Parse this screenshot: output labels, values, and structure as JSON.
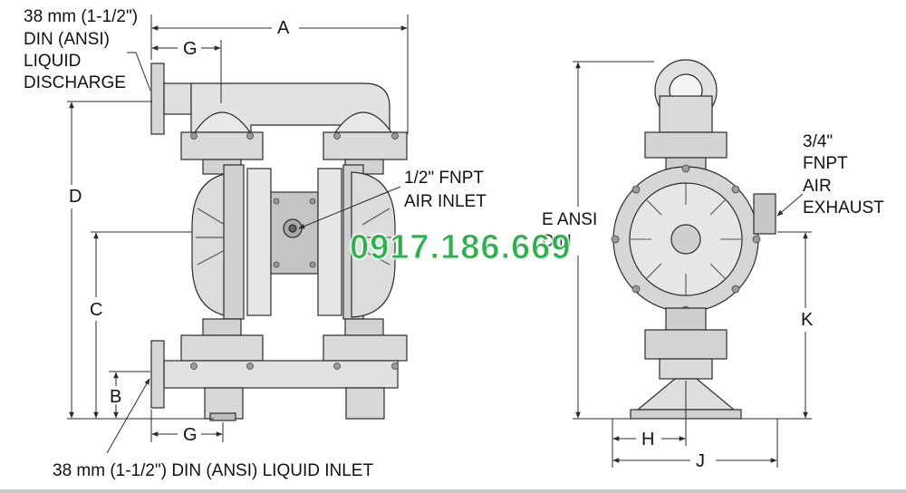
{
  "labels": {
    "discharge": [
      "38 mm (1-1/2\")",
      "DIN (ANSI)",
      "LIQUID",
      "DISCHARGE"
    ],
    "air_inlet": [
      "1/2\" FNPT",
      "AIR INLET"
    ],
    "air_exhaust": [
      "3/4\"",
      "FNPT",
      "AIR",
      "EXHAUST"
    ],
    "e_dim": [
      "E ANSI",
      "DIN"
    ],
    "liquid_inlet": "38 mm (1-1/2\") DIN (ANSI) LIQUID INLET"
  },
  "dimensions": {
    "a": "A",
    "b": "B",
    "c": "C",
    "d": "D",
    "g_top": "G",
    "g_bottom": "G",
    "h": "H",
    "j": "J",
    "k": "K"
  },
  "watermark": "0917.186.669",
  "colors": {
    "pump_light": "#e4e4e4",
    "pump_mid": "#c8c8c8",
    "pump_dark": "#8a8a8a",
    "line": "#2b2b2b",
    "watermark": "#29b24a"
  }
}
